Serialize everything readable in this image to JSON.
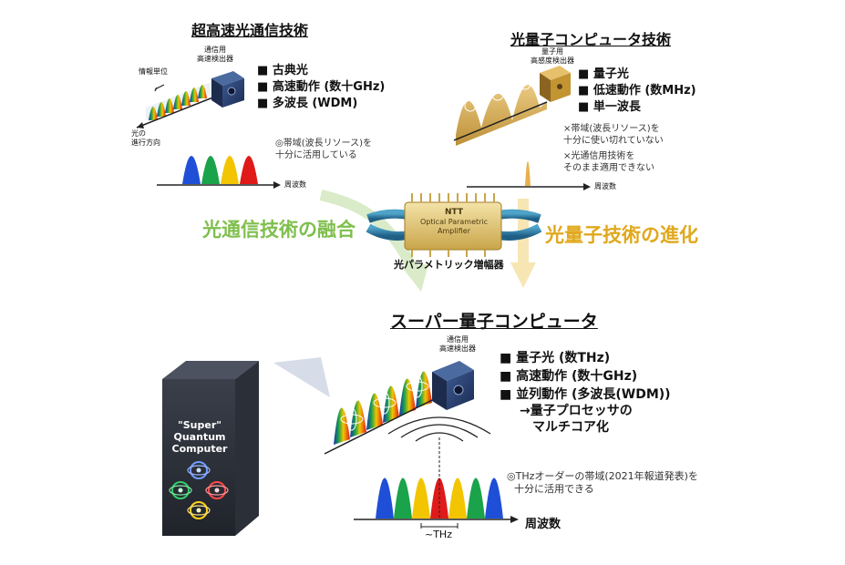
{
  "optical_comm": {
    "title": "超高速光通信技術",
    "detector_label": [
      "通信用",
      "高速検出器"
    ],
    "info_unit_label": "情報単位",
    "direction_label": [
      "光の",
      "進行方向"
    ],
    "bullets": [
      "古典光",
      "高速動作 (数十GHz)",
      "多波長 (WDM)"
    ],
    "note": [
      "◎帯域(波長リソース)を",
      "十分に活用している"
    ],
    "axis_label": "周波数"
  },
  "quantum_opt": {
    "title": "光量子コンピュータ技術",
    "detector_label": [
      "量子用",
      "高感度検出器"
    ],
    "bullets": [
      "量子光",
      "低速動作 (数MHz)",
      "単一波長"
    ],
    "notes": [
      [
        "×帯域(波長リソース)を",
        "十分に使い切れていない"
      ],
      [
        "×光通信用技術を",
        "そのまま適用できない"
      ]
    ],
    "axis_label": "周波数"
  },
  "fusion": {
    "left_text": "光通信技術の融合",
    "right_text": "光量子技術の進化",
    "device_brand": "NTT",
    "device_text": [
      "Optical Parametric",
      "Amplifier"
    ],
    "device_caption": "光パラメトリック増幅器"
  },
  "super_qc": {
    "title": "スーパー量子コンピュータ",
    "detector_label": [
      "通信用",
      "高速検出器"
    ],
    "bullets": [
      "量子光 (数THz)",
      "高速動作 (数十GHz)",
      "並列動作 (多波長(WDM))"
    ],
    "sub": [
      "→量子プロセッサの",
      "マルチコア化"
    ],
    "note": [
      "◎THzオーダーの帯域(2021年報道発表)を",
      "十分に活用できる"
    ],
    "axis_label": "周波数",
    "thz_label": "~THz"
  },
  "box": {
    "label_lines": [
      "\"Super\"",
      "Quantum",
      "Computer"
    ]
  },
  "colors": {
    "green_panel": "#e4efd8",
    "yellow_panel": "#fbf0d2",
    "blue_panel": "#d2d9e6",
    "fusion_green": "#7fbf4d",
    "fusion_yellow": "#e0a81c",
    "peak_blue": "#1f4fd6",
    "peak_green": "#1aa34a",
    "peak_yellow": "#f2c500",
    "peak_red": "#e01919",
    "peak_teal": "#18a8a0"
  }
}
